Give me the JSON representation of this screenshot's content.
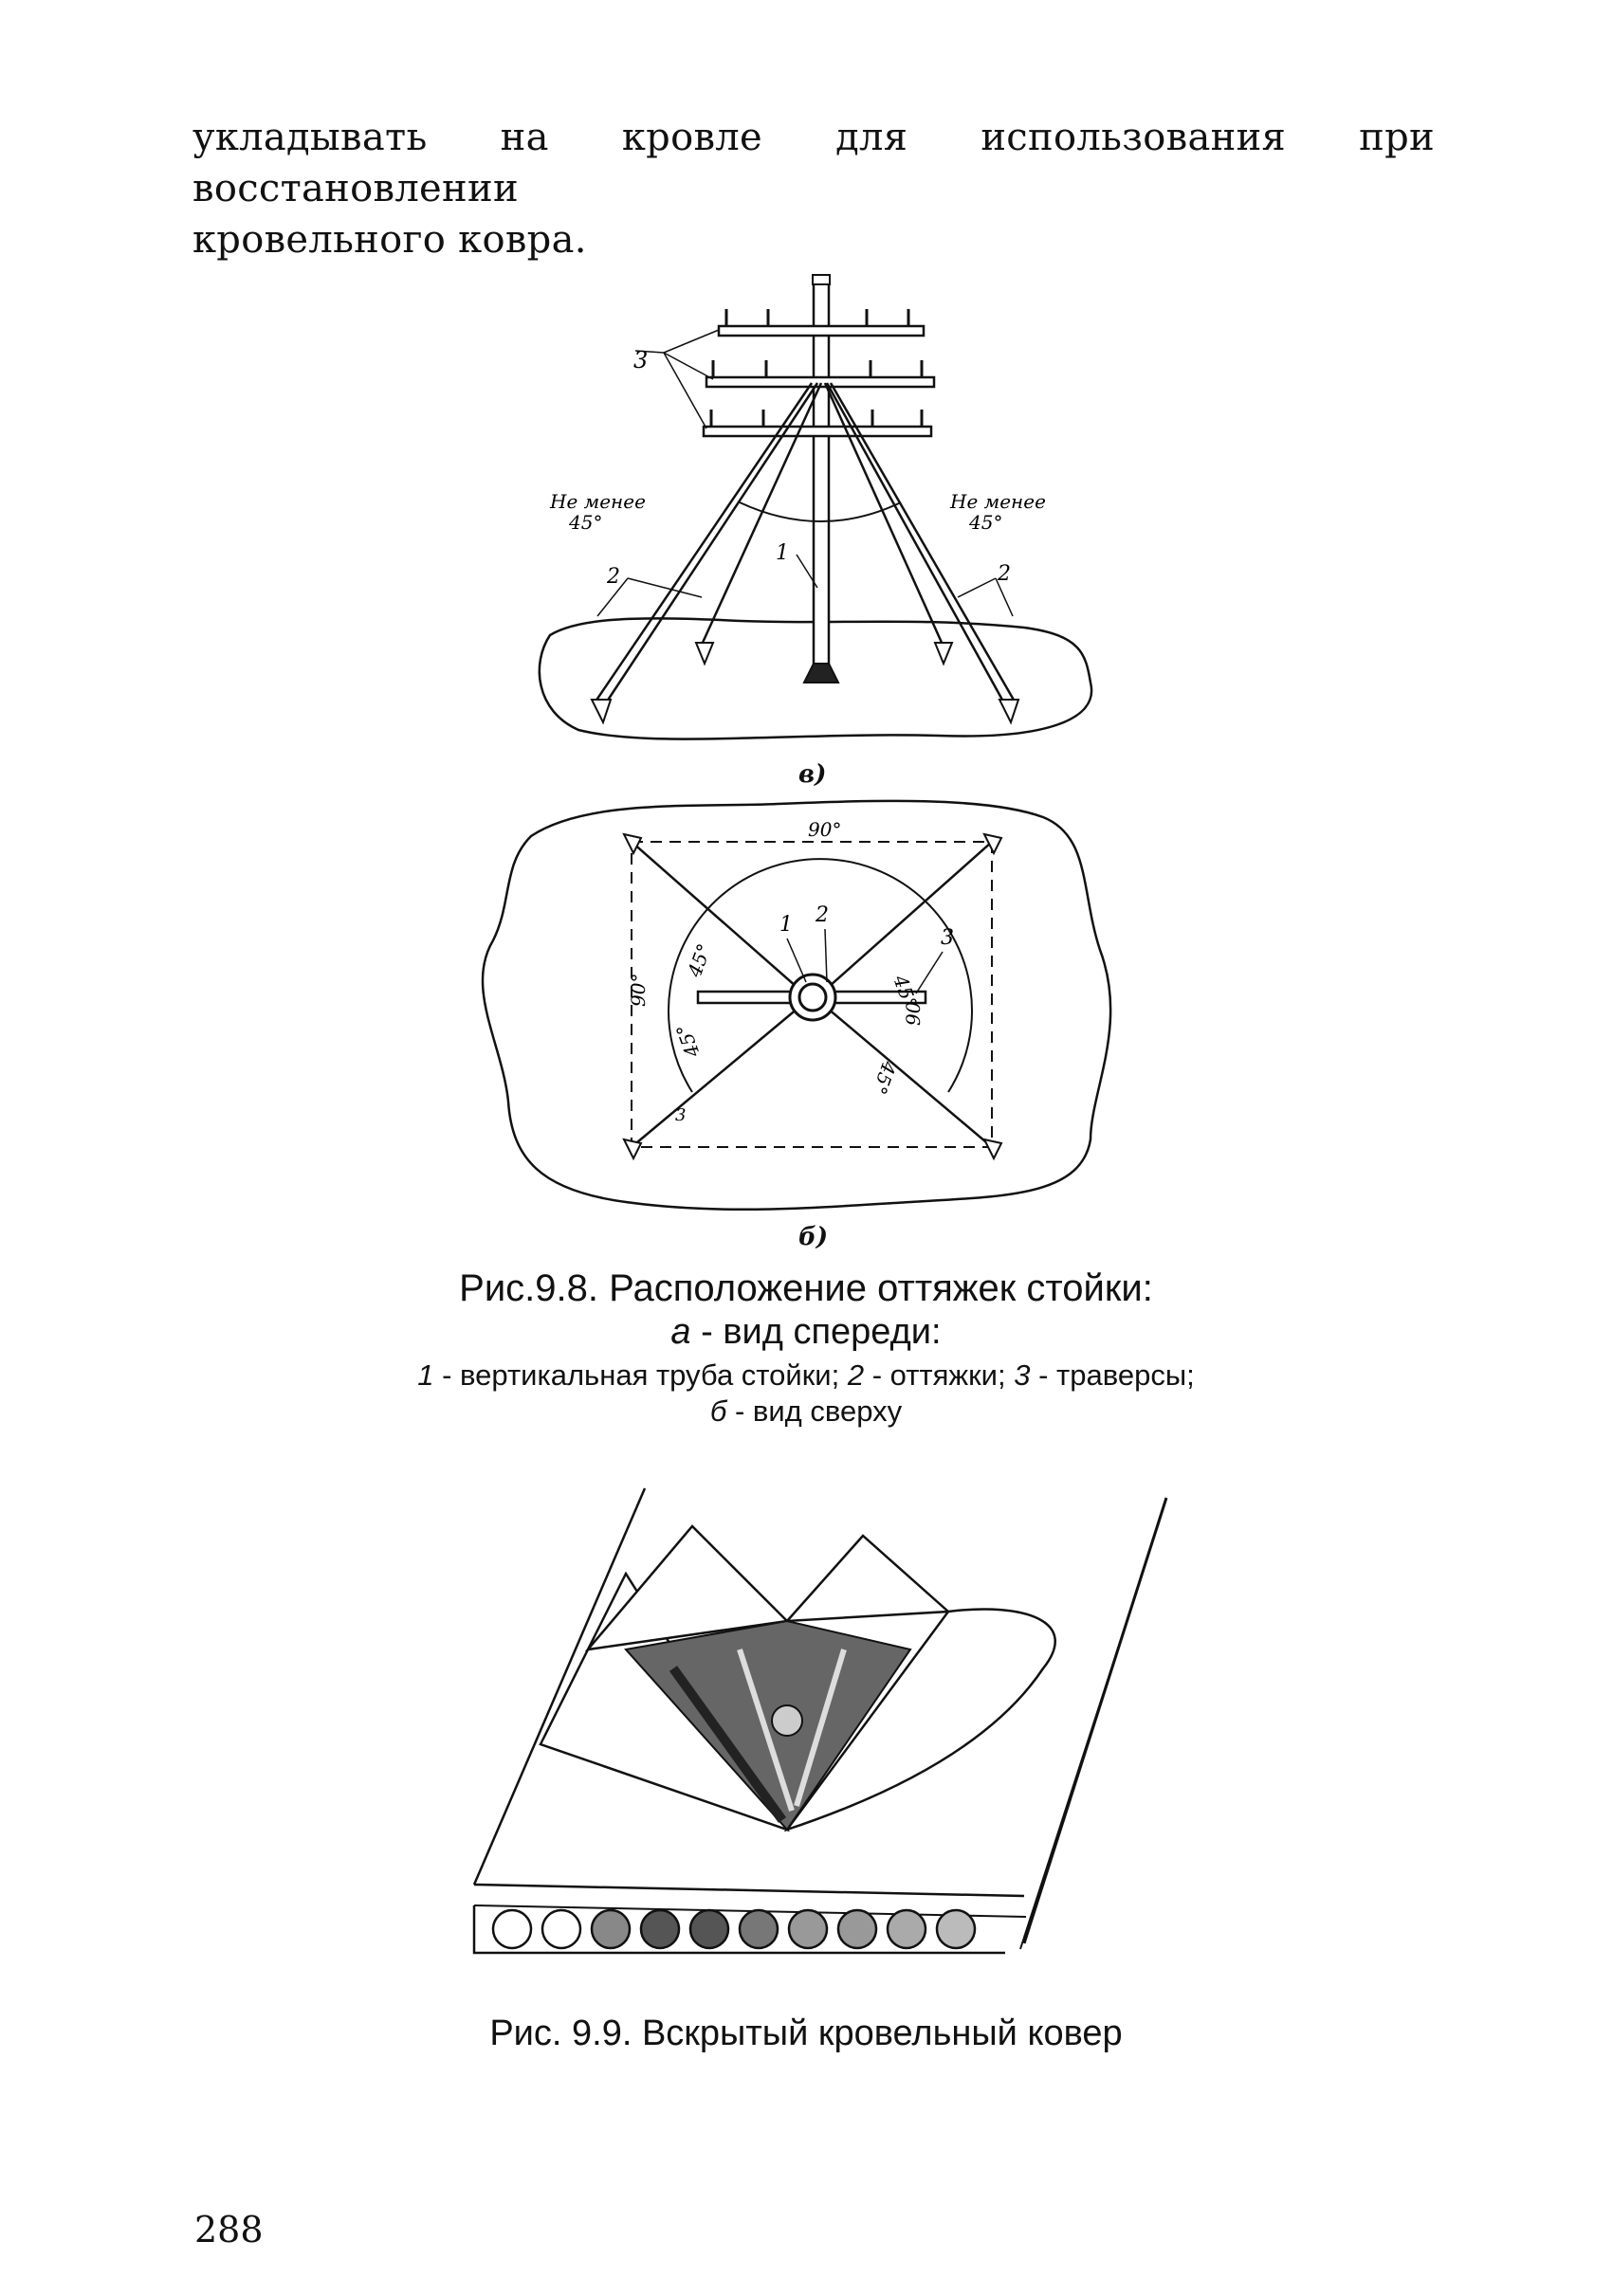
{
  "intro": {
    "line1": "укладывать на кровле для использования при восстановлении",
    "line2": "кровельного ковра."
  },
  "figure_9_8": {
    "view_a": {
      "panel_label": "в)",
      "callouts": {
        "mast": "1",
        "guys": "2",
        "traverses": "3"
      },
      "angle_note_left": [
        "Не менее",
        "45°"
      ],
      "angle_note_right": [
        "Не менее",
        "45°"
      ]
    },
    "view_b": {
      "panel_label": "б)",
      "angle_90_top": "90°",
      "angle_90_left": "90°",
      "angle_90_right": "90",
      "angle_45": "45°",
      "callouts": {
        "mast": "1",
        "guys": "2",
        "traverses": "3",
        "anchor": "3"
      }
    },
    "caption": {
      "title": "Рис.9.8. Расположение оттяжек стойки:",
      "view_a_label": "а",
      "view_a_text": "- вид спереди:",
      "legend": {
        "n1": "1",
        "t1": "- вертикальная труба стойки;",
        "n2": "2",
        "t2": "- оттяжки;",
        "n3": "3",
        "t3": "- траверсы;"
      },
      "view_b_label": "б",
      "view_b_text": "- вид сверху"
    }
  },
  "figure_9_9": {
    "caption": "Рис. 9.9. Вскрытый кровельный ковер"
  },
  "page_number": "288"
}
